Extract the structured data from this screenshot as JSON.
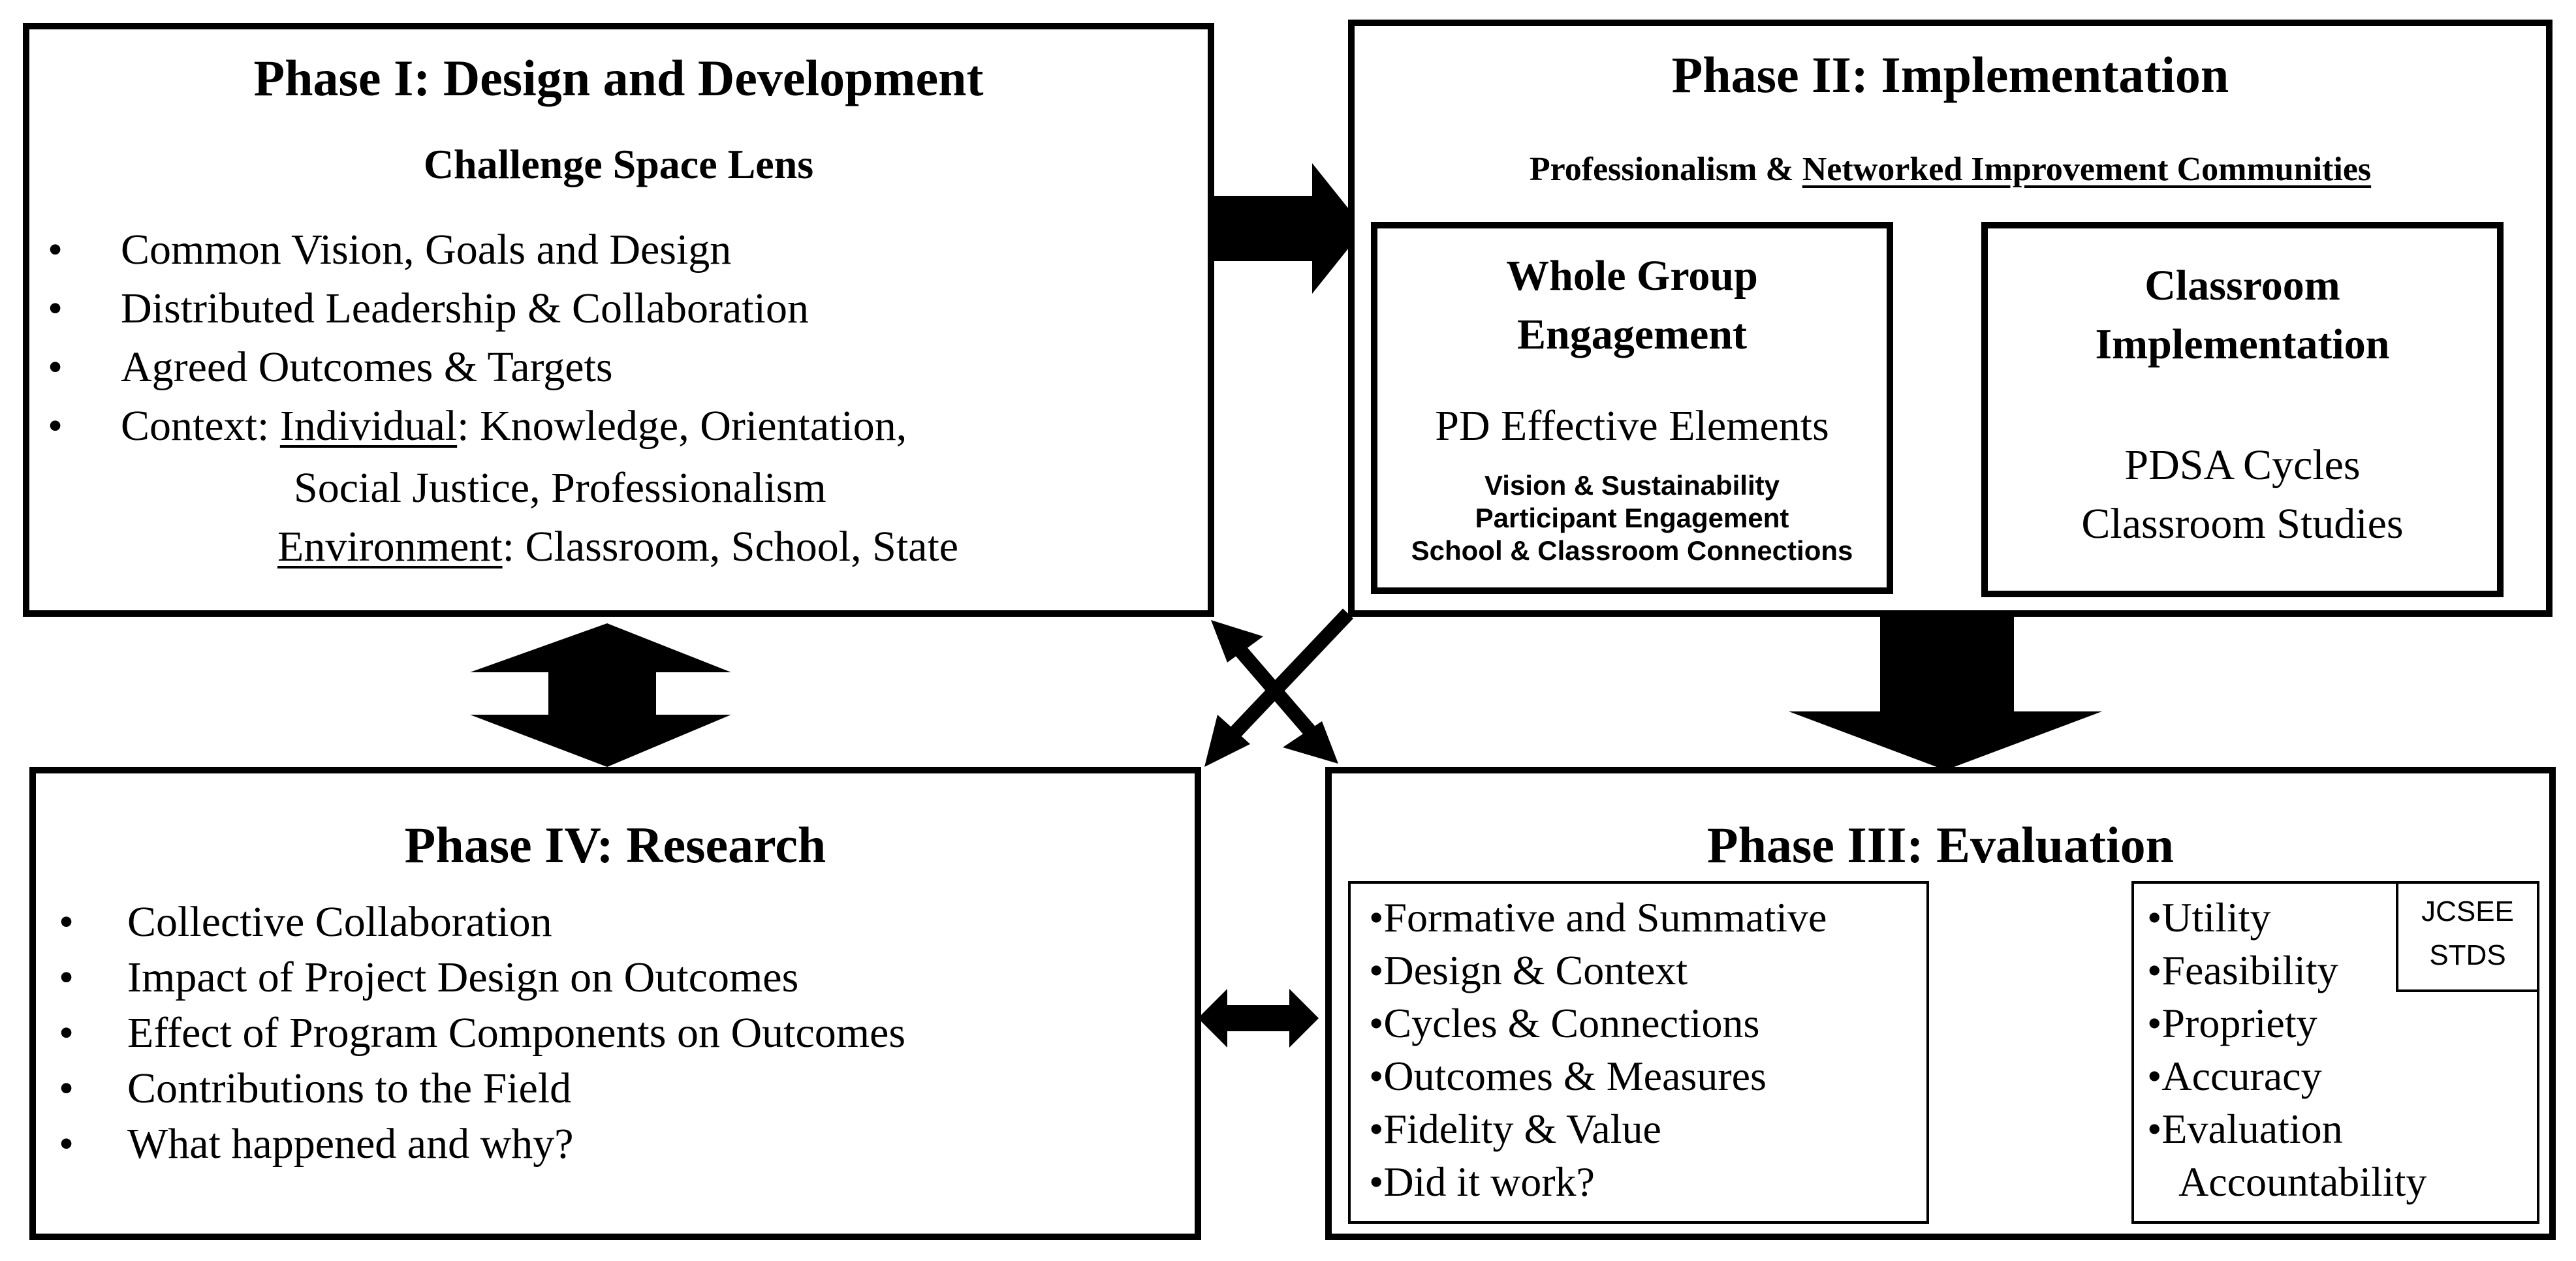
{
  "phase1": {
    "title": "Phase I: Design and Development",
    "subtitle": "Challenge Space Lens",
    "bullets": [
      "Common Vision, Goals and Design",
      "Distributed Leadership & Collaboration",
      "Agreed Outcomes & Targets"
    ],
    "context_label": "Context: ",
    "individual_label": "Individual",
    "individual_text": ": Knowledge, Orientation,",
    "individual_text2": "Social Justice, Professionalism",
    "environment_label": "Environment",
    "environment_text": ": Classroom, School, State"
  },
  "phase2": {
    "title": "Phase II: Implementation",
    "subtitle_a": "Professionalism & ",
    "subtitle_b": "Networked Improvement Communities",
    "whole_group": {
      "title_1": "Whole Group",
      "title_2": "Engagement",
      "heading": "PD Effective Elements",
      "items": [
        "Vision & Sustainability",
        "Participant Engagement",
        "School & Classroom Connections"
      ]
    },
    "classroom": {
      "title_1": "Classroom",
      "title_2": "Implementation",
      "items": [
        "PDSA Cycles",
        "Classroom Studies"
      ]
    }
  },
  "phase3": {
    "title": "Phase III: Evaluation",
    "left_items": [
      "Formative and Summative",
      "Design & Context",
      "Cycles & Connections",
      "Outcomes & Measures",
      "Fidelity & Value",
      "Did it work?"
    ],
    "right_items": [
      "Utility",
      "Feasibility",
      "Propriety",
      "Accuracy",
      "Evaluation",
      "Accountability"
    ],
    "badge_1": "JCSEE",
    "badge_2": "STDS"
  },
  "phase4": {
    "title": "Phase IV: Research",
    "bullets": [
      "Collective Collaboration",
      "Impact of Project Design on Outcomes",
      "Effect of Program Components on Outcomes",
      "Contributions to the Field",
      "What happened and why?"
    ]
  },
  "bullet_char": "•"
}
